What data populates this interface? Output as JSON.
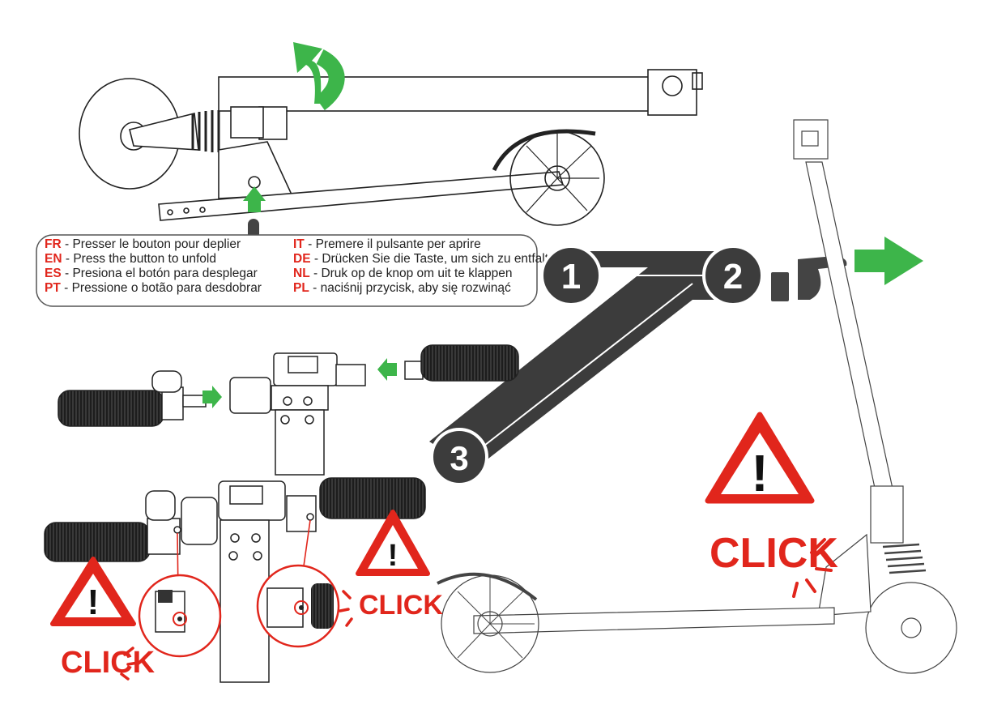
{
  "instructions_left": [
    {
      "code": "FR",
      "text": "Presser le bouton pour deplier"
    },
    {
      "code": "EN",
      "text": "Press the button to unfold"
    },
    {
      "code": "ES",
      "text": "Presiona el botón para desplegar"
    },
    {
      "code": "PT",
      "text": "Pressione o botão para desdobrar"
    }
  ],
  "instructions_right": [
    {
      "code": "IT",
      "text": "Premere il pulsante per aprire"
    },
    {
      "code": "DE",
      "text": "Drücken Sie die Taste, um sich zu entfalten"
    },
    {
      "code": "NL",
      "text": "Druk op de knop om uit te klappen"
    },
    {
      "code": "PL",
      "text": "naciśnij przycisk, aby się rozwinąć"
    }
  ],
  "separator": " - ",
  "steps": [
    "1",
    "2",
    "3"
  ],
  "click_label": "CLICK",
  "warning_glyph": "!",
  "colors": {
    "arrow_green": "#3db54a",
    "warning_red": "#e1261c",
    "step_dark": "#3c3c3c",
    "line": "#222222"
  },
  "icons": [
    "up-arrow-icon",
    "right-arrow-icon",
    "pointing-hand-icon",
    "warning-triangle-icon"
  ]
}
